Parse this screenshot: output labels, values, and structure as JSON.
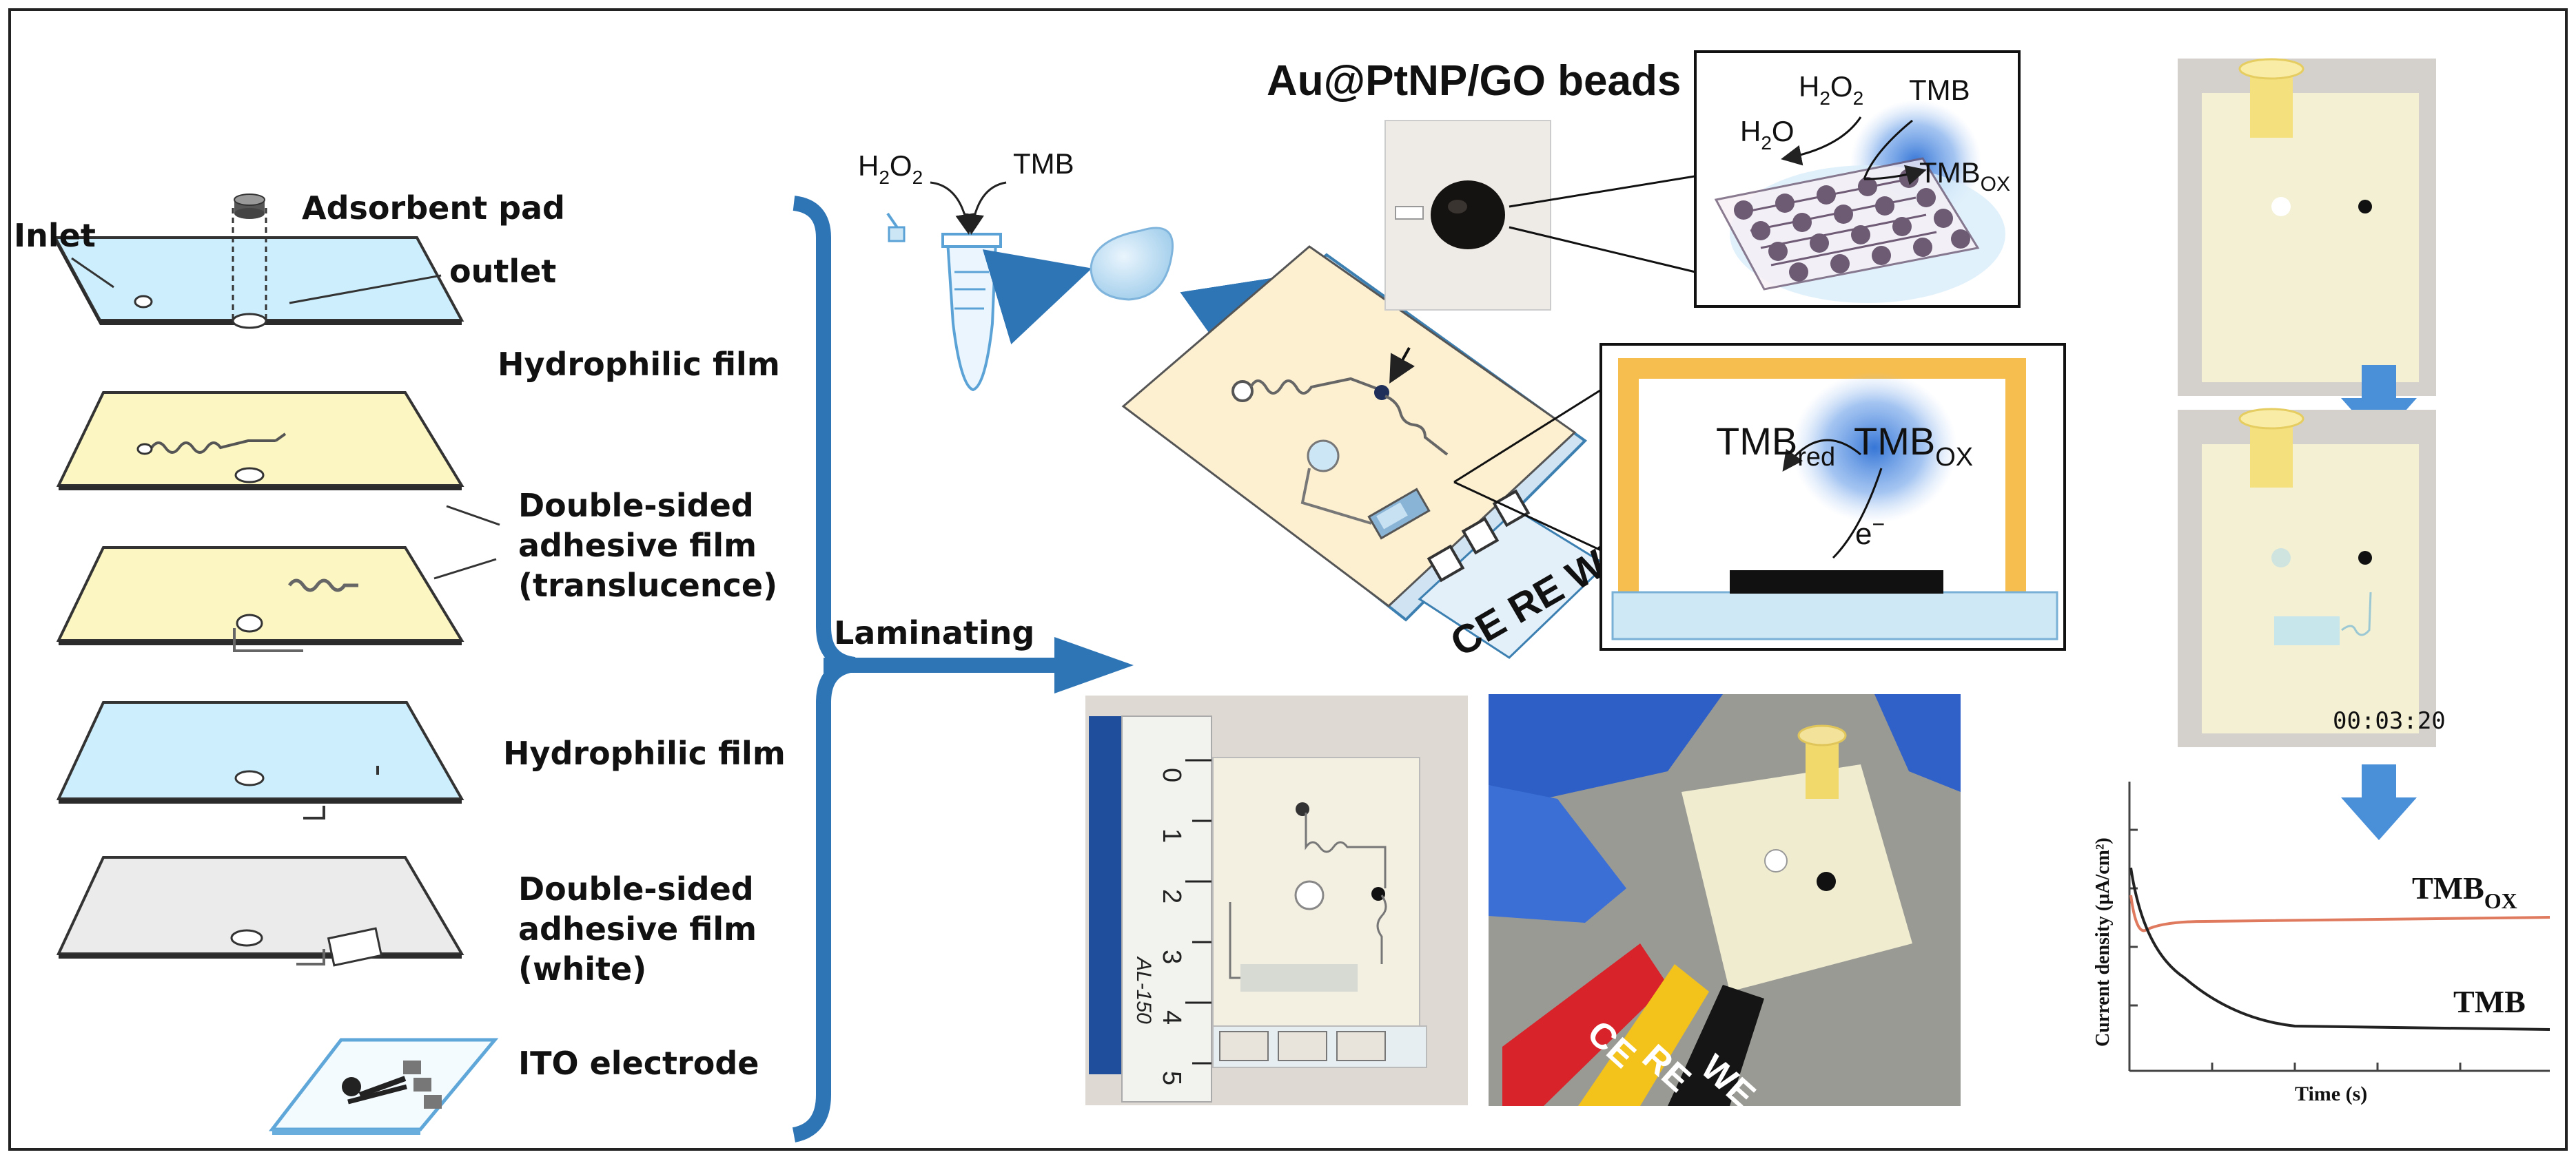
{
  "layers": {
    "inlet": "Inlet",
    "adsorbent_pad": "Adsorbent pad",
    "outlet": "outlet",
    "hydrophilic_top": "Hydrophilic film",
    "dsa_translucent_l1": "Double-sided",
    "dsa_translucent_l2": "adhesive film",
    "dsa_translucent_l3": "(translucence)",
    "hydrophilic_bottom": "Hydrophilic film",
    "dsa_white_l1": "Double-sided",
    "dsa_white_l2": "adhesive film",
    "dsa_white_l3": "(white)",
    "ito": "ITO electrode"
  },
  "process": {
    "laminating": "Laminating",
    "h2o2": "H",
    "h2o2_sub": "2",
    "h2o2_tail": "O",
    "h2o2_sub2": "2",
    "tmb": "TMB"
  },
  "beads": {
    "title": "Au@PtNP/GO beads",
    "h2o2": "H",
    "h2o2_sub": "2",
    "h2o2_tail": "O",
    "h2o2_sub2": "2",
    "tmb": "TMB",
    "h2o": "H",
    "h2o_sub": "2",
    "h2o_tail": "O",
    "tmbox": "TMB",
    "tmbox_sub": "OX"
  },
  "electrode": {
    "tmbred": "TMB",
    "tmbred_sub": "red",
    "tmbox": "TMB",
    "tmbox_sub": "OX",
    "electron": "e",
    "electron_sup": "−",
    "labels": "CE RE WE"
  },
  "photos": {
    "ruler_brand": "AL-150",
    "ruler_ticks": [
      "0",
      "1",
      "2",
      "3",
      "4",
      "5"
    ],
    "clips": [
      "CE",
      "RE",
      "WE"
    ],
    "timestamp": "00:03:20"
  },
  "chart_data": {
    "type": "line",
    "xlabel": "Time (s)",
    "ylabel": "Current density (μA/cm²)",
    "series": [
      {
        "name": "TMB",
        "name_sub": "OX",
        "color": "#e07a5f"
      },
      {
        "name": "TMB",
        "color": "#222222"
      }
    ]
  },
  "colors": {
    "accent_blue": "#2e75b6",
    "hydrophilic": "#cdeefc",
    "adhesive_translucent": "#fcf6c2",
    "adhesive_white": "#ebebeb",
    "electrode_frame": "#f6be4f"
  }
}
